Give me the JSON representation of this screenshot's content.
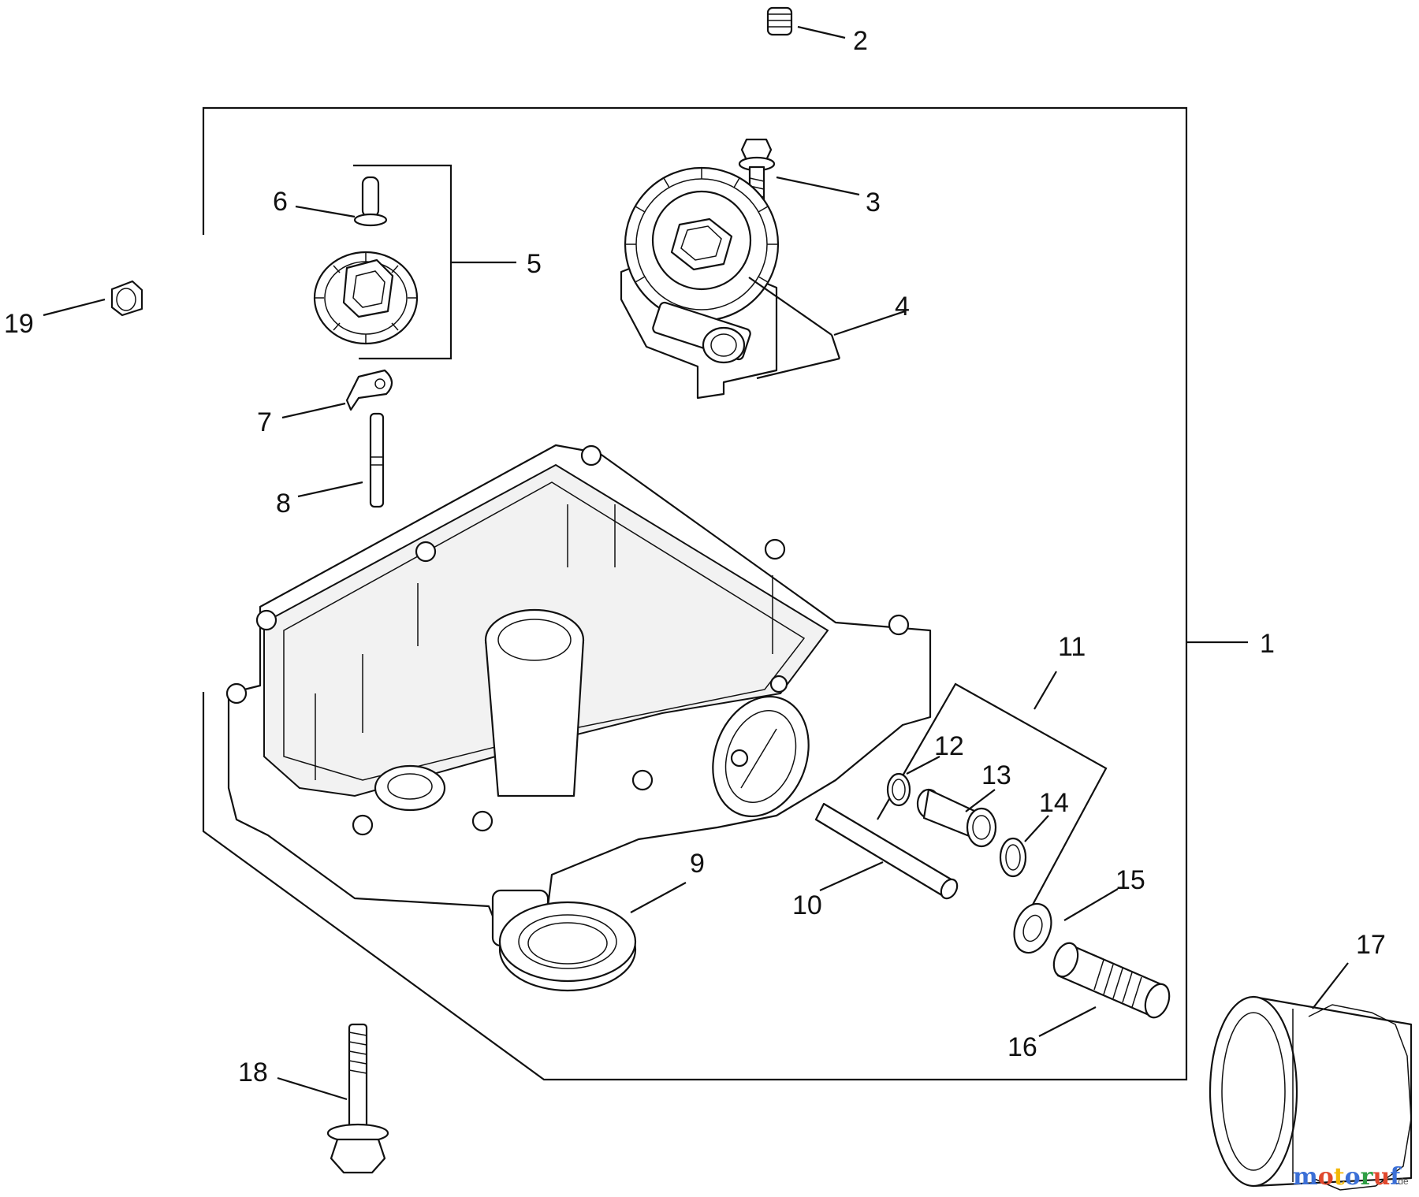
{
  "callouts": {
    "c1": "1",
    "c2": "2",
    "c3": "3",
    "c4": "4",
    "c5": "5",
    "c6": "6",
    "c7": "7",
    "c8": "8",
    "c9": "9",
    "c10": "10",
    "c11": "11",
    "c12": "12",
    "c13": "13",
    "c14": "14",
    "c15": "15",
    "c16": "16",
    "c17": "17",
    "c18": "18",
    "c19": "19"
  },
  "watermark": {
    "parts": [
      "m",
      "o",
      "t",
      "o",
      "r",
      "u",
      "f"
    ],
    "suffix": ".de"
  },
  "colors": {
    "line": "#111111",
    "background": "#ffffff",
    "watermark": [
      "#3b6fd6",
      "#e0482d",
      "#f2b705",
      "#3b6fd6",
      "#2f9e44",
      "#e0482d",
      "#3b6fd6"
    ]
  }
}
